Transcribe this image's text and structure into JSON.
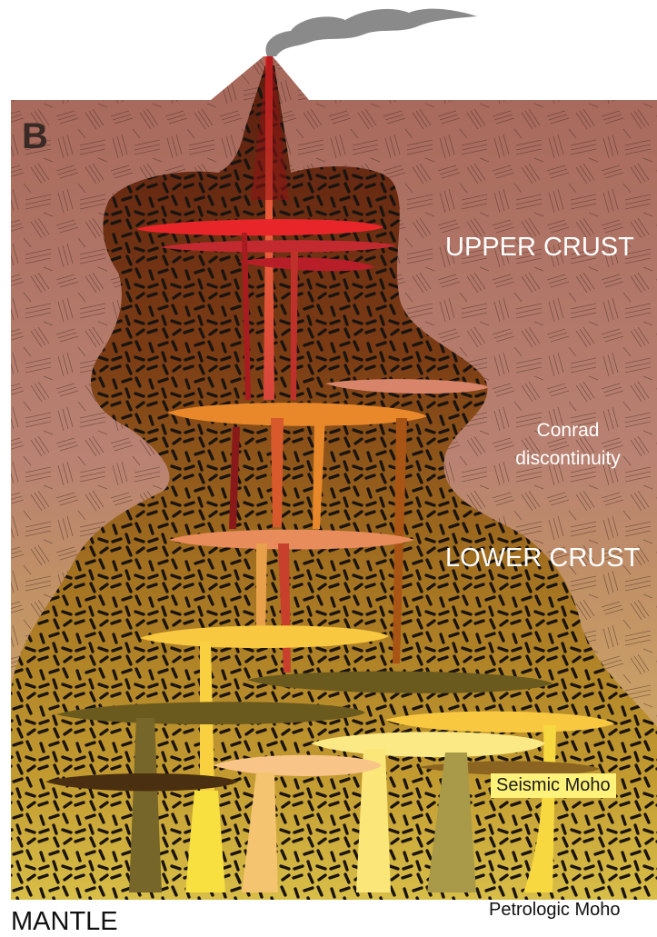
{
  "panel_label": "B",
  "labels": {
    "upper_crust": "UPPER CRUST",
    "conrad": "Conrad discontinuity",
    "lower_crust": "LOWER CRUST",
    "seismic_moho": "Seismic Moho",
    "mantle": "MANTLE",
    "petrologic_moho": "Petrologic Moho"
  },
  "colors": {
    "upper_crust": "#a86e5c",
    "lower_crust": "#c49a66",
    "mush_dark": "#6e3a16",
    "mush_light": "#a97a26",
    "mantle": "#dcc15e",
    "magma_red": "#e8262a",
    "magma_orange": "#e88a2e",
    "magma_salmon": "#e89060",
    "magma_yellow": "#f8c640",
    "magma_pale": "#fbe986",
    "cumulate": "#6b5a1e",
    "seismic_moho_bg": "#fff27a"
  }
}
